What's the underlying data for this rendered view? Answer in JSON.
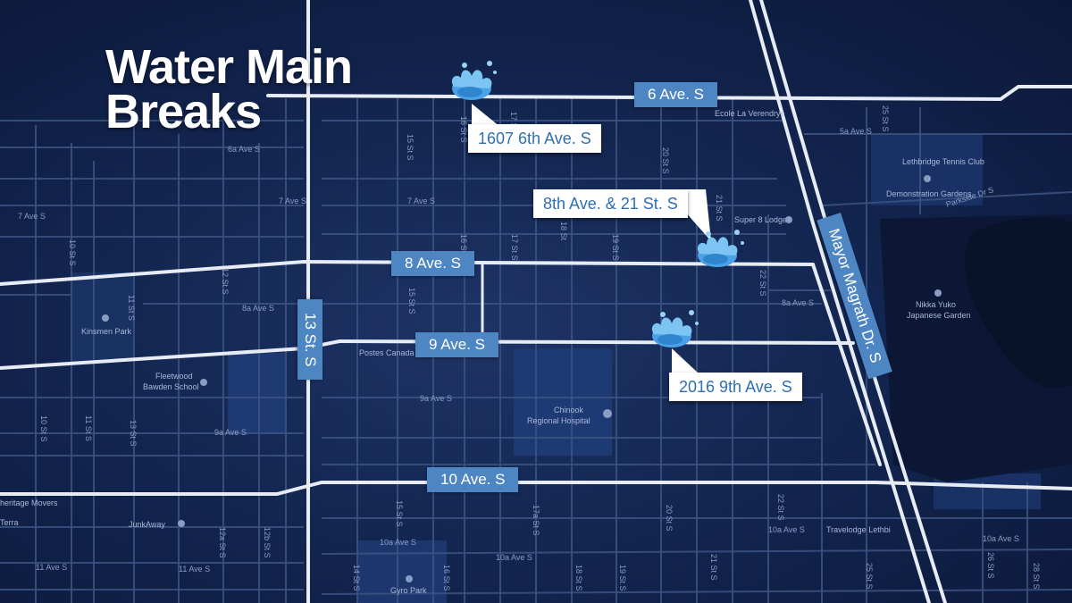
{
  "title_line1": "Water Main",
  "title_line2": "Breaks",
  "road_labels": {
    "ave6": "6 Ave. S",
    "ave8": "8 Ave. S",
    "ave9": "9 Ave. S",
    "ave10": "10 Ave. S",
    "st13": "13 St. S",
    "mayor": "Mayor Magrath Dr. S"
  },
  "breaks": [
    {
      "address": "1607 6th Ave. S",
      "icon": "water-splash-icon"
    },
    {
      "address": "8th Ave. & 21 St. S",
      "icon": "water-splash-icon"
    },
    {
      "address": "2016 9th Ave. S",
      "icon": "water-splash-icon"
    }
  ],
  "street_names": {
    "s16_top": "16 St S",
    "s15_top": "15 St S",
    "s17_top": "17 St S",
    "s20_top": "20 St S",
    "s21_top": "21 St S",
    "s25_top": "25 St S",
    "a6a_left": "6a Ave S",
    "a5a": "5a Ave S",
    "a7_left": "7 Ave S",
    "a7_mid": "7 Ave S",
    "a7_left2": "7 Ave S",
    "s10_left": "10 St S",
    "s11": "11 St S",
    "s12": "12 St S",
    "s16_mid": "16 St S",
    "s17_mid": "17 St S",
    "s18": "18 St",
    "s19": "19 St S",
    "s15_mid": "15 St S",
    "s22": "22 St S",
    "a8a_left": "8a Ave S",
    "a8a_right": "8a Ave S",
    "a9a_mid": "9a Ave S",
    "a9a_left": "9a Ave S",
    "s10_low": "10 St S",
    "s11_low": "11 St S",
    "s13_low": "13 St S",
    "s15_low": "15 St S",
    "s17a": "17a St S",
    "s20_low": "20 St S",
    "s22_low": "22 St S",
    "s12a": "12a St S",
    "s12b": "12b St S",
    "a10a_mid": "10a Ave S",
    "a10a_mid2": "10a Ave S",
    "a10a_right": "10a Ave S",
    "a10a_far": "10a Ave S",
    "a11_left": "11 Ave S",
    "a11_mid": "11 Ave S",
    "s14": "14 St S",
    "s16_low": "16 St S",
    "s18_low": "18 St S",
    "s19_low": "19 St S",
    "s21_low": "21 St S",
    "s25_low": "25 St S",
    "s26": "26 St S",
    "s28": "28 St S",
    "parkside": "Parkside Dr S"
  },
  "places": {
    "ecole": "Ecole La Verendrye",
    "tennis": "Lethbridge Tennis Club",
    "demo": "Demonstration Gardens",
    "super8": "Super 8 Lodge",
    "nikka1": "Nikka Yuko",
    "nikka2": "Japanese Garden",
    "kinsmen": "Kinsmen Park",
    "fleetwood1": "Fleetwood",
    "fleetwood2": "Bawden School",
    "postes": "Postes Canada",
    "chinook1": "Chinook",
    "chinook2": "Regional Hospital",
    "junkaway": "JunkAway",
    "gyro": "Gyro Park",
    "travelodge": "Travelodge Lethbi",
    "heritage": "heritage Movers",
    "terra": "Terra"
  },
  "colors": {
    "road_label_bg": "#4e86c4",
    "callout_text": "#2e6fb4",
    "major_road": "#e6ebf4",
    "background": "#132651"
  }
}
